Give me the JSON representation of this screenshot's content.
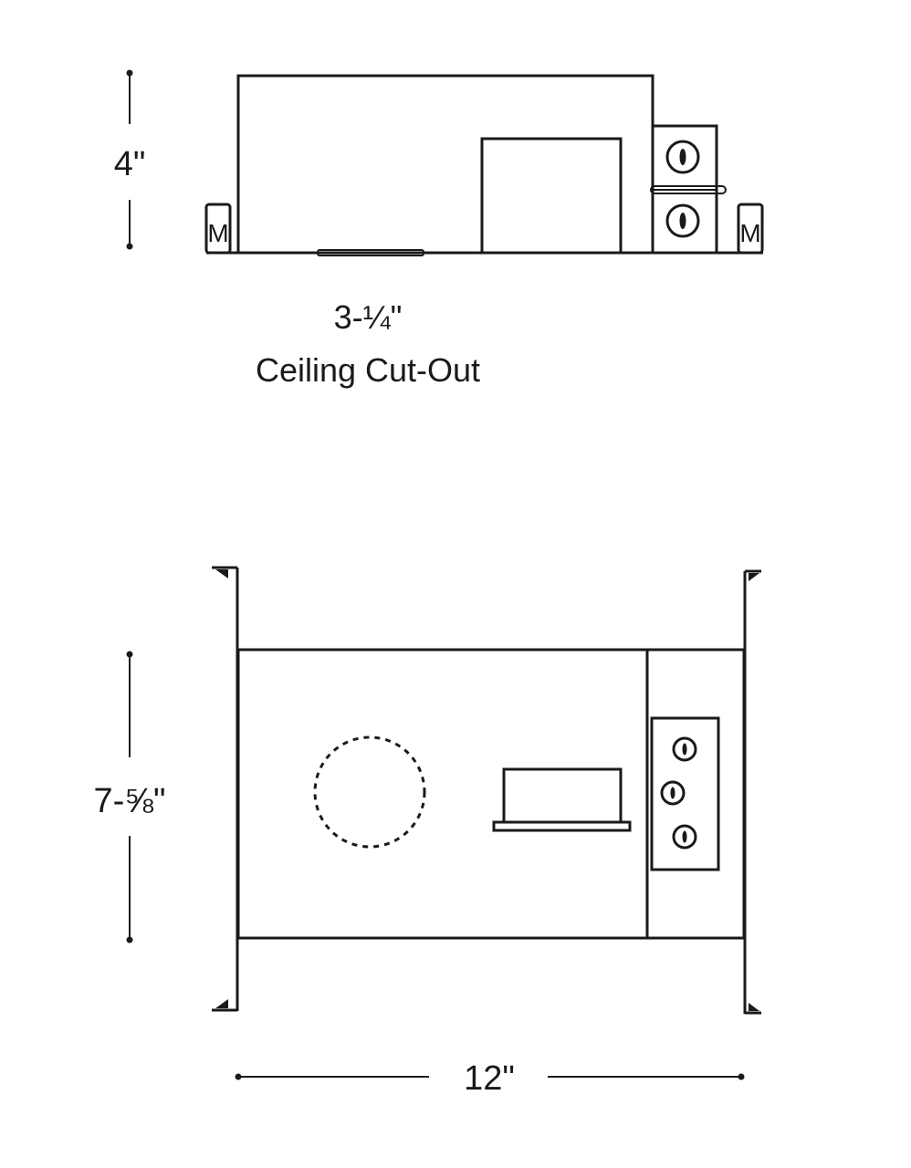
{
  "side_view": {
    "height_dimension": "4\"",
    "cutout_dimension": "3-¼\"",
    "cutout_caption": "Ceiling Cut-Out",
    "bracket_letter": "M"
  },
  "top_view": {
    "depth_dimension": "7-⅝\"",
    "width_dimension": "12\""
  },
  "colors": {
    "line": "#1a1a1a",
    "background": "#ffffff"
  }
}
